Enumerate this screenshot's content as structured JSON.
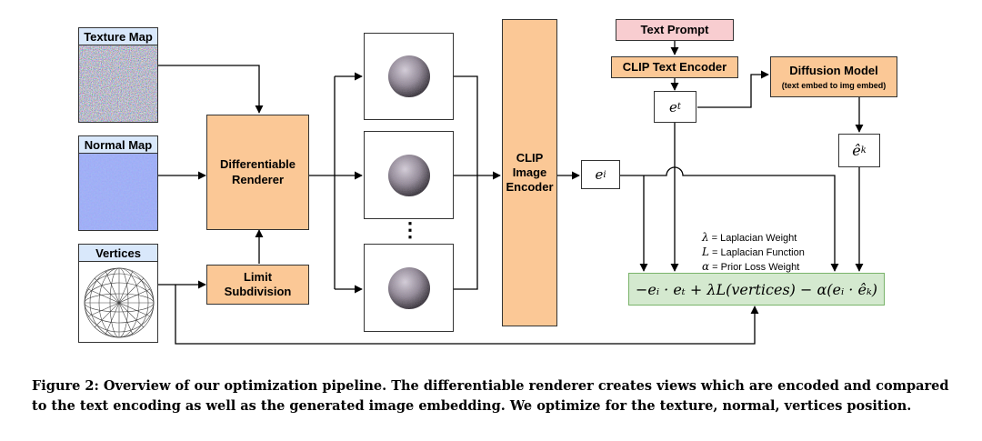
{
  "inputs": {
    "texture_map": "Texture Map",
    "normal_map": "Normal Map",
    "vertices": "Vertices"
  },
  "blocks": {
    "renderer": [
      "Differentiable",
      "Renderer"
    ],
    "subdivision": [
      "Limit",
      "Subdivision"
    ],
    "clip_image": [
      "CLIP",
      "Image",
      "Encoder"
    ],
    "text_prompt": "Text Prompt",
    "clip_text": "CLIP Text Encoder",
    "diffusion_title": "Diffusion Model",
    "diffusion_sub": "(text embed to img embed)"
  },
  "embeddings": {
    "e_i": "e",
    "e_i_sub": "i",
    "e_t": "e",
    "e_t_sub": "t",
    "e_k": "ê",
    "e_k_sub": "k"
  },
  "ellipsis": "⋮",
  "legend": [
    {
      "symbol": "λ",
      "text": " = Laplacian Weight"
    },
    {
      "symbol": "L",
      "text": " = Laplacian Function"
    },
    {
      "symbol": "α",
      "text": " = Prior Loss Weight"
    }
  ],
  "loss_formula": "−eᵢ · eₜ + λL(vertices) − α(eᵢ · êₖ)",
  "caption": "Figure 2: Overview of our optimization pipeline. The differentiable renderer creates views which are encoded and compared to the text encoding as well as the generated image embedding. We optimize for the texture, normal, vertices position.",
  "colors": {
    "input_label": "#d9e8fb",
    "block": "#fbc896",
    "prompt": "#f8cdd0",
    "loss": "#d4e9cf",
    "normal_map": "#5a6ee8"
  }
}
